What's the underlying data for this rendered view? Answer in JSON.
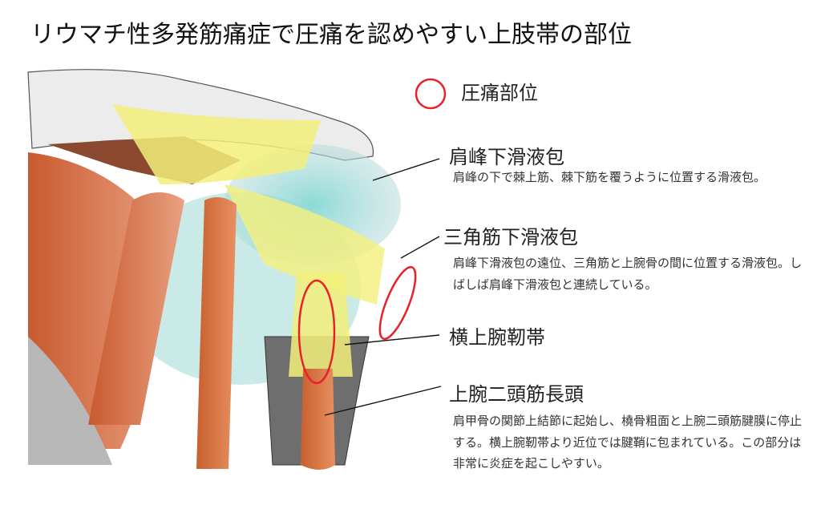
{
  "title": "リウマチ性多発筋痛症で圧痛を認めやすい上肢帯の部位",
  "legend": {
    "label": "圧痛部位",
    "color": "#e8212a"
  },
  "annotations": [
    {
      "label": "肩峰下滑液包",
      "description": "肩峰の下で棘上筋、棘下筋を覆うように位置する滑液包。"
    },
    {
      "label": "三角筋下滑液包",
      "description": "肩峰下滑液包の遠位、三角筋と上腕骨の間に位置する滑液包。しばしば肩峰下滑液包と連続している。"
    },
    {
      "label": "横上腕靭帯",
      "description": ""
    },
    {
      "label": "上腕二頭筋長頭",
      "description": "肩甲骨の関節上結節に起始し、橈骨粗面と上腕二頭筋腱膜に停止する。横上腕靭帯より近位では腱鞘に包まれている。この部分は非常に炎症を起こしやすい。"
    }
  ],
  "colors": {
    "muscle": "#d9643a",
    "bursa": "#5fc4c0",
    "ligament": "#f2ee7a",
    "bone": "#e8e8e8",
    "tender": "#e8212a"
  }
}
